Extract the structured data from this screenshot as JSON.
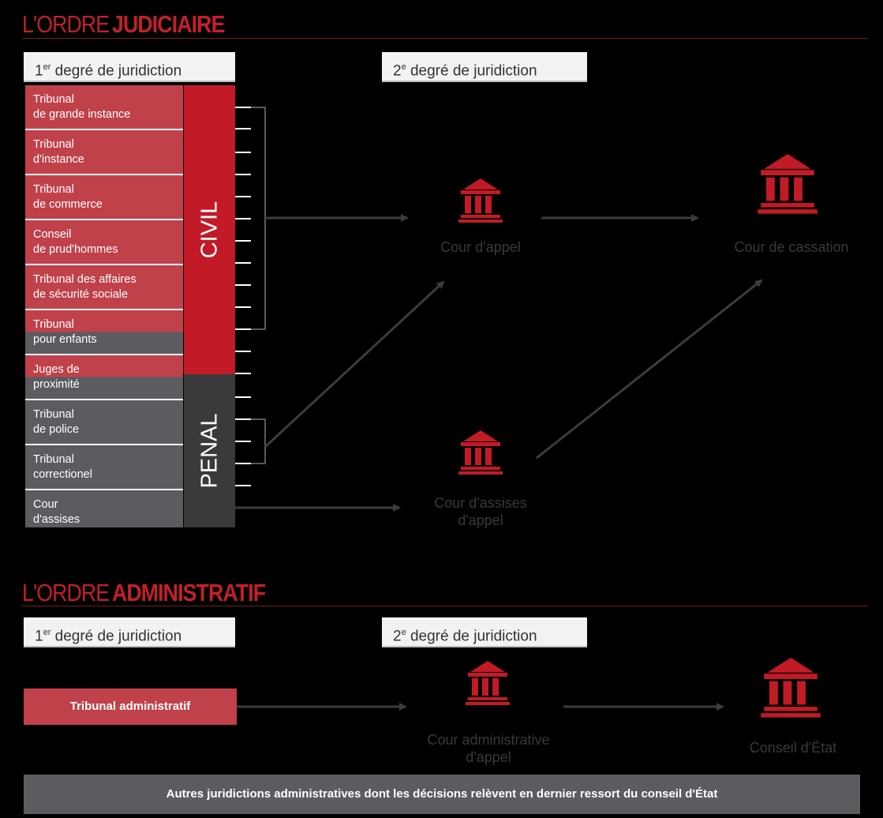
{
  "judiciaire": {
    "title_thin": "L'ORDRE",
    "title_bold": "JUDICIAIRE",
    "degree1_prefix": "1",
    "degree1_sup": "er",
    "degree1_suffix": " degré de juridiction",
    "degree2_prefix": "2",
    "degree2_sup": "e",
    "degree2_suffix": " degré de juridiction",
    "courts": [
      {
        "line1": "Tribunal",
        "line2": "de grande instance"
      },
      {
        "line1": "Tribunal",
        "line2": "d'instance"
      },
      {
        "line1": "Tribunal",
        "line2": "de commerce"
      },
      {
        "line1": "Conseil",
        "line2": "de prud'hommes"
      },
      {
        "line1": "Tribunal des affaires",
        "line2": "de sécurité sociale"
      },
      {
        "line1": "Tribunal",
        "line2": "pour enfants"
      },
      {
        "line1": "Juges de",
        "line2": "proximité"
      },
      {
        "line1": "Tribunal",
        "line2": "de police"
      },
      {
        "line1": "Tribunal",
        "line2": "correctionel"
      },
      {
        "line1": "Cour",
        "line2": "d'assises"
      }
    ],
    "civil_label": "CIVIL",
    "penal_label": "PENAL",
    "cour_appel": "Cour d'appel",
    "cour_cassation": "Cour de cassation",
    "cour_assises_appel_1": "Cour d'assises",
    "cour_assises_appel_2": "d'appel"
  },
  "administratif": {
    "title_thin": "L'ORDRE",
    "title_bold": "ADMINISTRATIF",
    "degree1_prefix": "1",
    "degree1_sup": "er",
    "degree1_suffix": " degré de juridiction",
    "degree2_prefix": "2",
    "degree2_sup": "e",
    "degree2_suffix": " degré de juridiction",
    "tribunal": "Tribunal administratif",
    "cour_admin_1": "Cour administrative",
    "cour_admin_2": "d'appel",
    "conseil_etat": "Conseil d'État",
    "footer": "Autres juridictions administratives dont les décisions relèvent en dernier ressort du conseil d'État"
  },
  "colors": {
    "accent_red": "#c31a27",
    "court_red": "#c0414a",
    "court_grey": "#5b5b60",
    "label_grey": "#393939",
    "arrow_grey": "#3c3c3c"
  }
}
